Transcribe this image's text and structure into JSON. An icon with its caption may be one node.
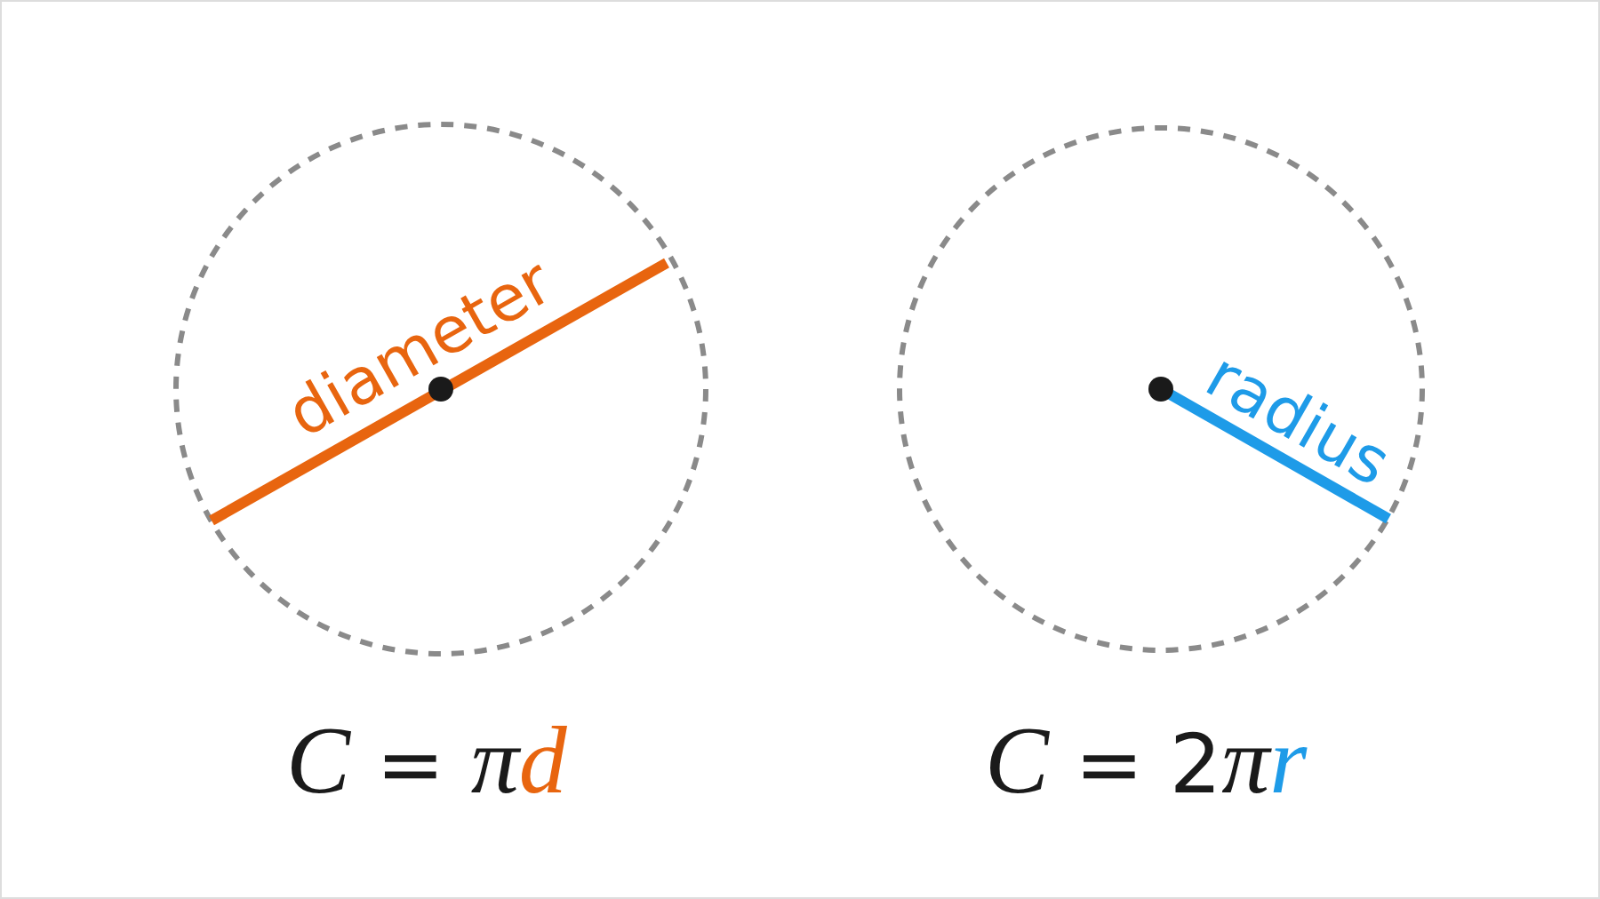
{
  "diagram": {
    "labels": [
      "diameter",
      "radius",
      "C = πd",
      "C = 2πr"
    ]
  }
}
